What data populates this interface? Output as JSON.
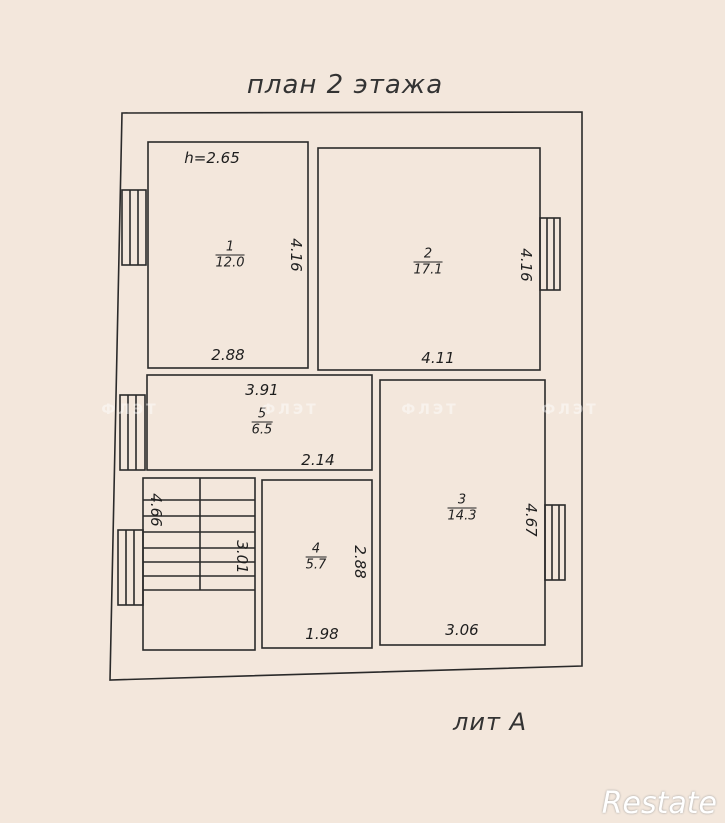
{
  "title": "план 2 этажа",
  "ceiling_height": "h=2.65",
  "rooms": [
    {
      "number": "1",
      "area": "12.0",
      "dims": [
        "4.16",
        "2.88"
      ]
    },
    {
      "number": "2",
      "area": "17.1",
      "dims": [
        "4.16",
        "4.11"
      ]
    },
    {
      "number": "3",
      "area": "14.3",
      "dims": [
        "4.67",
        "3.06"
      ]
    },
    {
      "number": "4",
      "area": "5.7",
      "dims": [
        "2.88",
        "1.98"
      ]
    },
    {
      "number": "5",
      "area": "6.5",
      "dims": [
        "3.91",
        "2.14"
      ]
    }
  ],
  "stair_dims": [
    "4.66",
    "3.01"
  ],
  "liter": "лит А",
  "watermark": "ФЛЭТ",
  "logo": "Restate"
}
